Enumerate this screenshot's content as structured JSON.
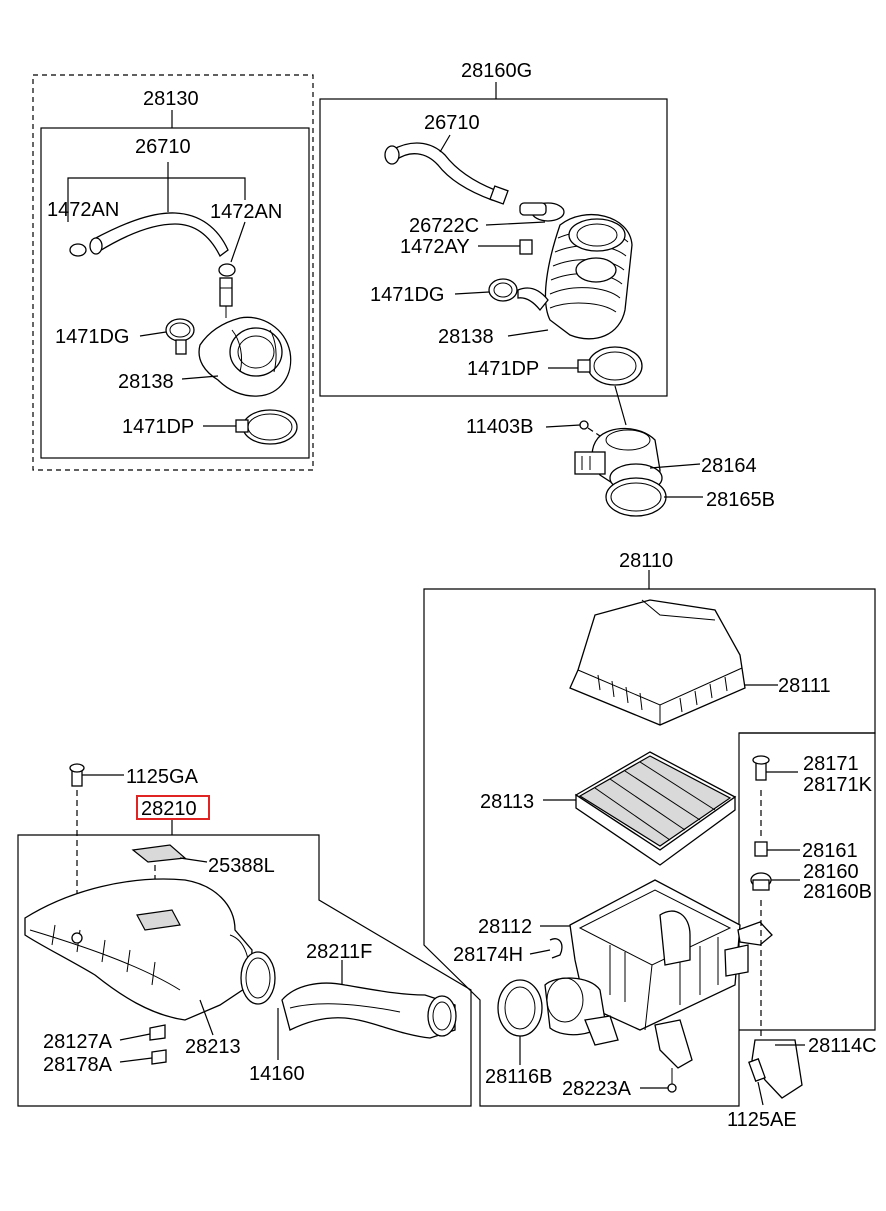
{
  "colors": {
    "line": "#000000",
    "background": "#ffffff",
    "highlight": "#e02424"
  },
  "labels": {
    "p28130": "28130",
    "p26710_left": "26710",
    "p1472AN_left": "1472AN",
    "p1472AN_right": "1472AN",
    "p1471DG_left": "1471DG",
    "p28138_left": "28138",
    "p1471DP_left": "1471DP",
    "p28160G": "28160G",
    "p26710_right": "26710",
    "p26722C": "26722C",
    "p1472AY": "1472AY",
    "p1471DG_right": "1471DG",
    "p28138_right": "28138",
    "p1471DP_right": "1471DP",
    "p11403B": "11403B",
    "p28164": "28164",
    "p28165B": "28165B",
    "p28110": "28110",
    "p28111": "28111",
    "p28171": "28171",
    "p28171K": "28171K",
    "p28113": "28113",
    "p28161": "28161",
    "p28160": "28160",
    "p28160B": "28160B",
    "p28112": "28112",
    "p28174H": "28174H",
    "p28114C": "28114C",
    "p28116B": "28116B",
    "p28223A": "28223A",
    "p1125AE": "1125AE",
    "p1125GA": "1125GA",
    "p28210": "28210",
    "p25388L": "25388L",
    "p28211F": "28211F",
    "p28127A": "28127A",
    "p28178A": "28178A",
    "p28213": "28213",
    "p14160": "14160"
  }
}
